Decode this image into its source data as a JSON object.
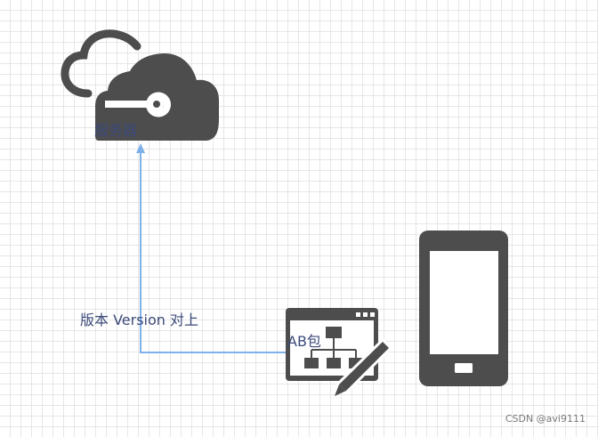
{
  "nodes": {
    "server": {
      "label": "服务器",
      "icon": "cloud-server-icon"
    },
    "package": {
      "label": "AB包",
      "icon": "package-hierarchy-icon"
    },
    "phone": {
      "icon": "mobile-phone-icon"
    }
  },
  "edges": [
    {
      "from": "package",
      "to": "server",
      "label": "版本 Version 对上"
    }
  ],
  "watermark": "CSDN @avi9111",
  "colors": {
    "icon": "#4d4d4d",
    "edge": "#7eb0ea",
    "label": "#3c4a7a",
    "grid": "#e6e6e6"
  }
}
